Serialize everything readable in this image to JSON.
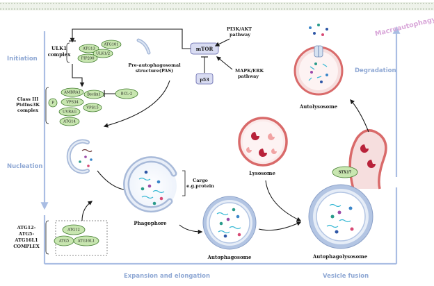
{
  "stages": {
    "initiation": "Initiation",
    "nucleation": "Nucleation",
    "expansion": "Expansion and elongation",
    "fusion": "Vesicle fusion",
    "degradation": "Degradation",
    "macro": "Macroautophagy"
  },
  "complexes": {
    "ulk1_line1": "ULK1",
    "ulk1_line2": "complex",
    "pi3k_line1": "Class III",
    "pi3k_line2": "PtdIns3K",
    "pi3k_line3": "complex",
    "atg12_line1": "ATG12-",
    "atg12_line2": "ATG5-",
    "atg12_line3": "ATG16L1",
    "atg12_line4": "COMPLEX"
  },
  "proteins": {
    "atg13": "ATG13",
    "atg101": "ATG101",
    "ulk12": "ULK1/2",
    "fip200": "FIP200",
    "ambra1": "AMBRA1",
    "beclin1": "Beclin1",
    "p": "P",
    "vps34": "VPS34",
    "vps15": "VPS15",
    "uvrag": "UVRAG",
    "atg14": "ATG14",
    "bcl2": "BCL-2",
    "atg12": "ATG12",
    "atg5": "ATG5",
    "atg16l1": "ATG16L1",
    "stx17": "STX17"
  },
  "signaling": {
    "mtor": "mTOR",
    "p53": "p53",
    "pi3k_line1": "PI3K/AKT",
    "pi3k_line2": "pathway",
    "mapk_line1": "MAPK/ERK",
    "mapk_line2": "pathway"
  },
  "structures": {
    "pas_line1": "Pre-autophagosomal",
    "pas_line2": "structure(PAS)",
    "cargo_line1": "Cargo",
    "cargo_line2": "e.g.protein",
    "phagophore": "Phagophore",
    "autophagosome": "Autophagosome",
    "lysosome": "Lysosome",
    "autophagolysosome": "Autophagolysosome",
    "autolysosome": "Autolysosome"
  },
  "colors": {
    "protein_fill": "#c8e6b0",
    "stage_text": "#8fa8d4",
    "macro_text": "#d9a6d9",
    "membrane_outer": "#b6c8e6",
    "lysosome_fill": "#f6dede",
    "lysosome_stroke": "#d96a6a"
  }
}
